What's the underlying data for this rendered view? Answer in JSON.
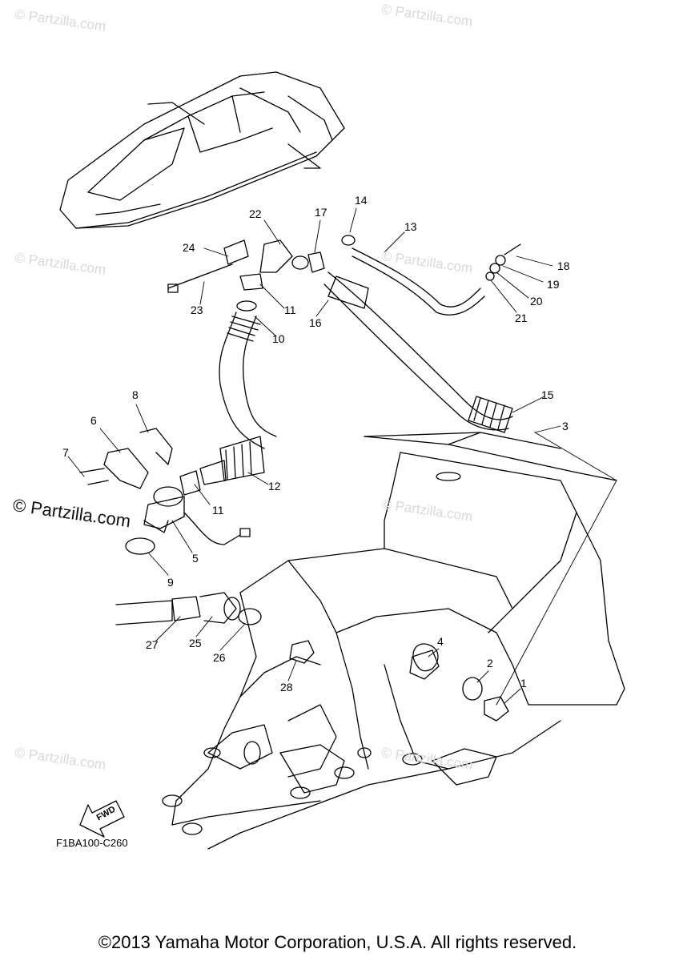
{
  "watermark": {
    "text": "© Partzilla.com",
    "big_text": "© Partzilla.com"
  },
  "callouts": [
    "1",
    "2",
    "3",
    "4",
    "5",
    "6",
    "7",
    "8",
    "9",
    "10",
    "11",
    "11",
    "12",
    "13",
    "14",
    "15",
    "16",
    "17",
    "18",
    "19",
    "20",
    "21",
    "22",
    "23",
    "24",
    "25",
    "26",
    "27",
    "28"
  ],
  "figure_code": "F1BA100-C260",
  "fwd_label": "FWD",
  "copyright": "©2013 Yamaha Motor Corporation, U.S.A. All rights reserved."
}
